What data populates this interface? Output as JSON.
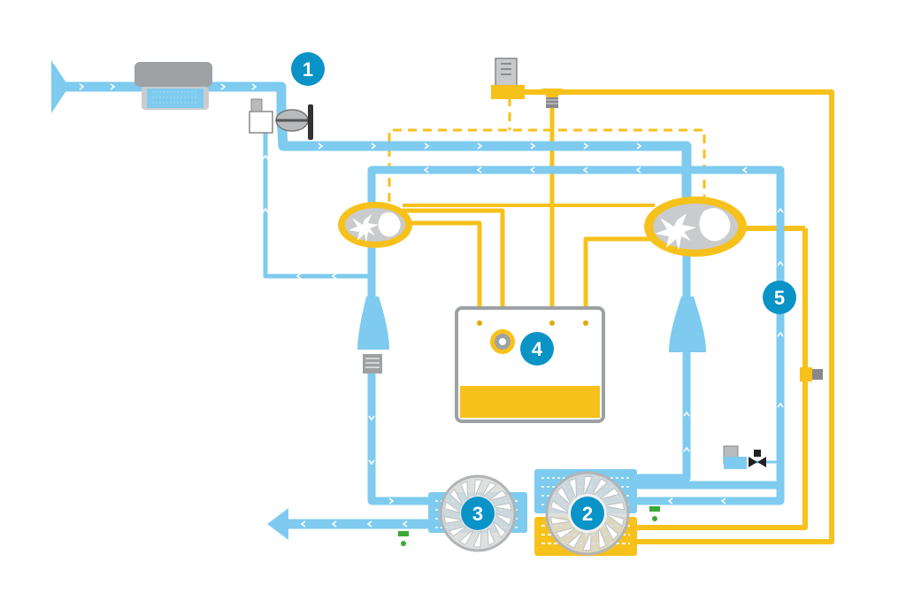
{
  "colors": {
    "air": "#7ecbef",
    "air_dark": "#4fb3e4",
    "oil": "#f7c11b",
    "oil_dark": "#e2a800",
    "badge": "#0a93c7",
    "metal": "#a9acaf",
    "drain": "#3aa935",
    "background": "#ffffff"
  },
  "labels": {
    "b1": "1",
    "b2": "2",
    "b3": "3",
    "b4": "4",
    "b5": "5"
  },
  "icons": {
    "intake": "air-intake-funnel-icon",
    "filter": "air-filter-icon",
    "valve": "inlet-valve-icon",
    "air_end": "screw-compressor-element-icon",
    "separator": "oil-separator-icon",
    "reservoir": "oil-reservoir-icon",
    "cooler": "cooler-fan-icon",
    "drain": "condensate-drain-icon",
    "outlet": "compressed-air-outlet-arrow-icon"
  }
}
